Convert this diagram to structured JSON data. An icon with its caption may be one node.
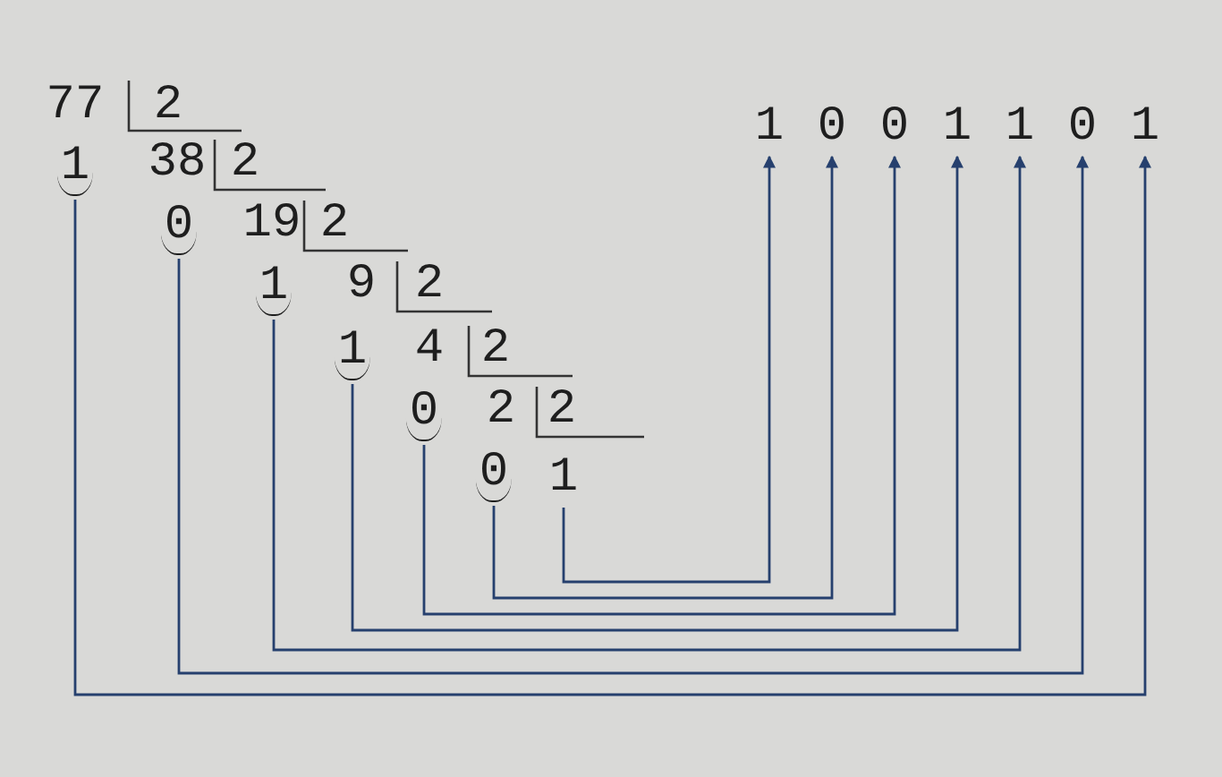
{
  "diagram": {
    "nodes": [
      {
        "text": [
          "1"
        ]
      },
      {
        "text": [
          "0"
        ]
      },
      {
        "text": [
          "1"
        ]
      },
      {
        "text": [
          "1"
        ]
      },
      {
        "text": [
          "0"
        ]
      },
      {
        "text": [
          "0"
        ]
      },
      {
        "text": [
          "1"
        ]
      },
      {
        "text": [
          "1"
        ]
      },
      {
        "text": [
          "0"
        ]
      },
      {
        "text": [
          "0"
        ]
      },
      {
        "text": [
          "1"
        ]
      },
      {
        "text": [
          "1"
        ]
      },
      {
        "text": [
          "0"
        ]
      },
      {
        "text": [
          "1"
        ]
      }
    ],
    "edges": [
      {
        "from": 6,
        "to": 7,
        "arrow": "to"
      },
      {
        "from": 5,
        "to": 8,
        "arrow": "to"
      },
      {
        "from": 4,
        "to": 9,
        "arrow": "to"
      },
      {
        "from": 3,
        "to": 10,
        "arrow": "to"
      },
      {
        "from": 2,
        "to": 11,
        "arrow": "to"
      },
      {
        "from": 1,
        "to": 12,
        "arrow": "to"
      },
      {
        "from": 0,
        "to": 13,
        "arrow": "to"
      }
    ],
    "labels": [
      "77",
      "2",
      "38",
      "2",
      "19",
      "2",
      "9",
      "2",
      "4",
      "2",
      "2",
      "2"
    ]
  }
}
